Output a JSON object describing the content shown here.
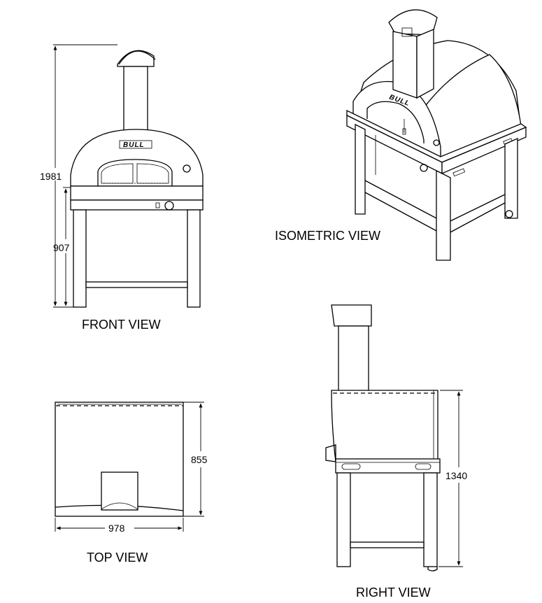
{
  "views": {
    "front": {
      "label": "FRONT VIEW",
      "height_total": "1981",
      "height_counter": "907",
      "brand": "BULL"
    },
    "isometric": {
      "label": "ISOMETRIC VIEW",
      "brand": "BULL"
    },
    "top": {
      "label": "TOP VIEW",
      "depth": "855",
      "width": "978"
    },
    "right": {
      "label": "RIGHT VIEW",
      "height": "1340"
    }
  }
}
